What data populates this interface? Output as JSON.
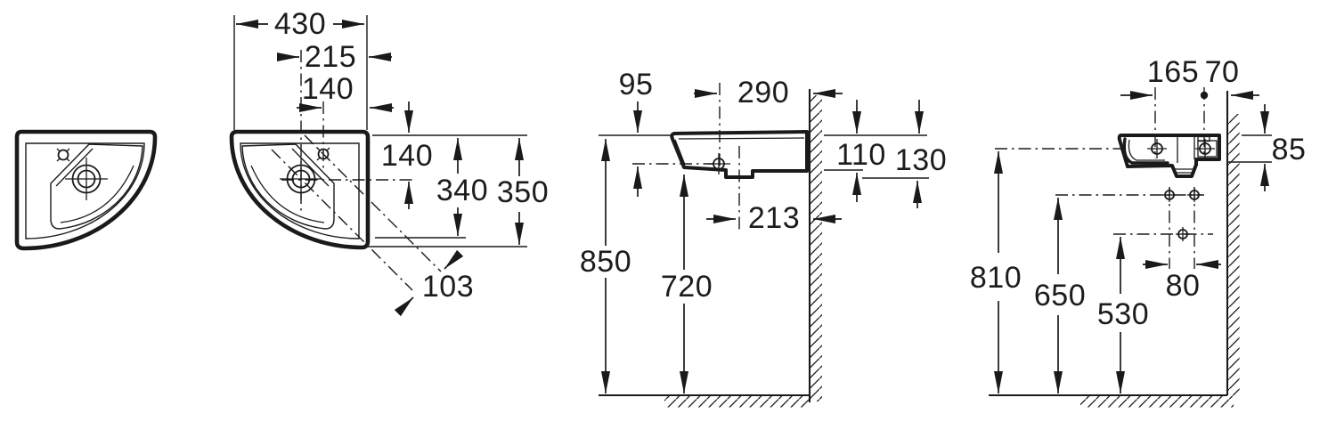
{
  "page": {
    "background": "#ffffff",
    "line_color": "#1a1a1a"
  },
  "drawing": {
    "type": "technical-drawing",
    "units": "mm",
    "dims": {
      "top_view": {
        "overall_width": "430",
        "center_to_wall": "215",
        "taphole_to_wall": "140",
        "rim_to_center": "140",
        "straight_edge_depth": "340",
        "overall_depth": "350",
        "diagonal_offset": "103"
      },
      "front_view": {
        "rim_to_center_drop": "95",
        "center_to_wall": "290",
        "rim_to_underside": "110",
        "front_height": "130",
        "outlet_to_wall": "213",
        "rim_height": "850",
        "underside_height": "720"
      },
      "side_view": {
        "taphole_to_fixing": "165",
        "fixing_to_wall": "70",
        "back_thickness": "85",
        "taphole_line_height": "810",
        "fixing_holes_height": "650",
        "outlet_height": "530",
        "fixing_hole_spacing": "80"
      }
    }
  }
}
